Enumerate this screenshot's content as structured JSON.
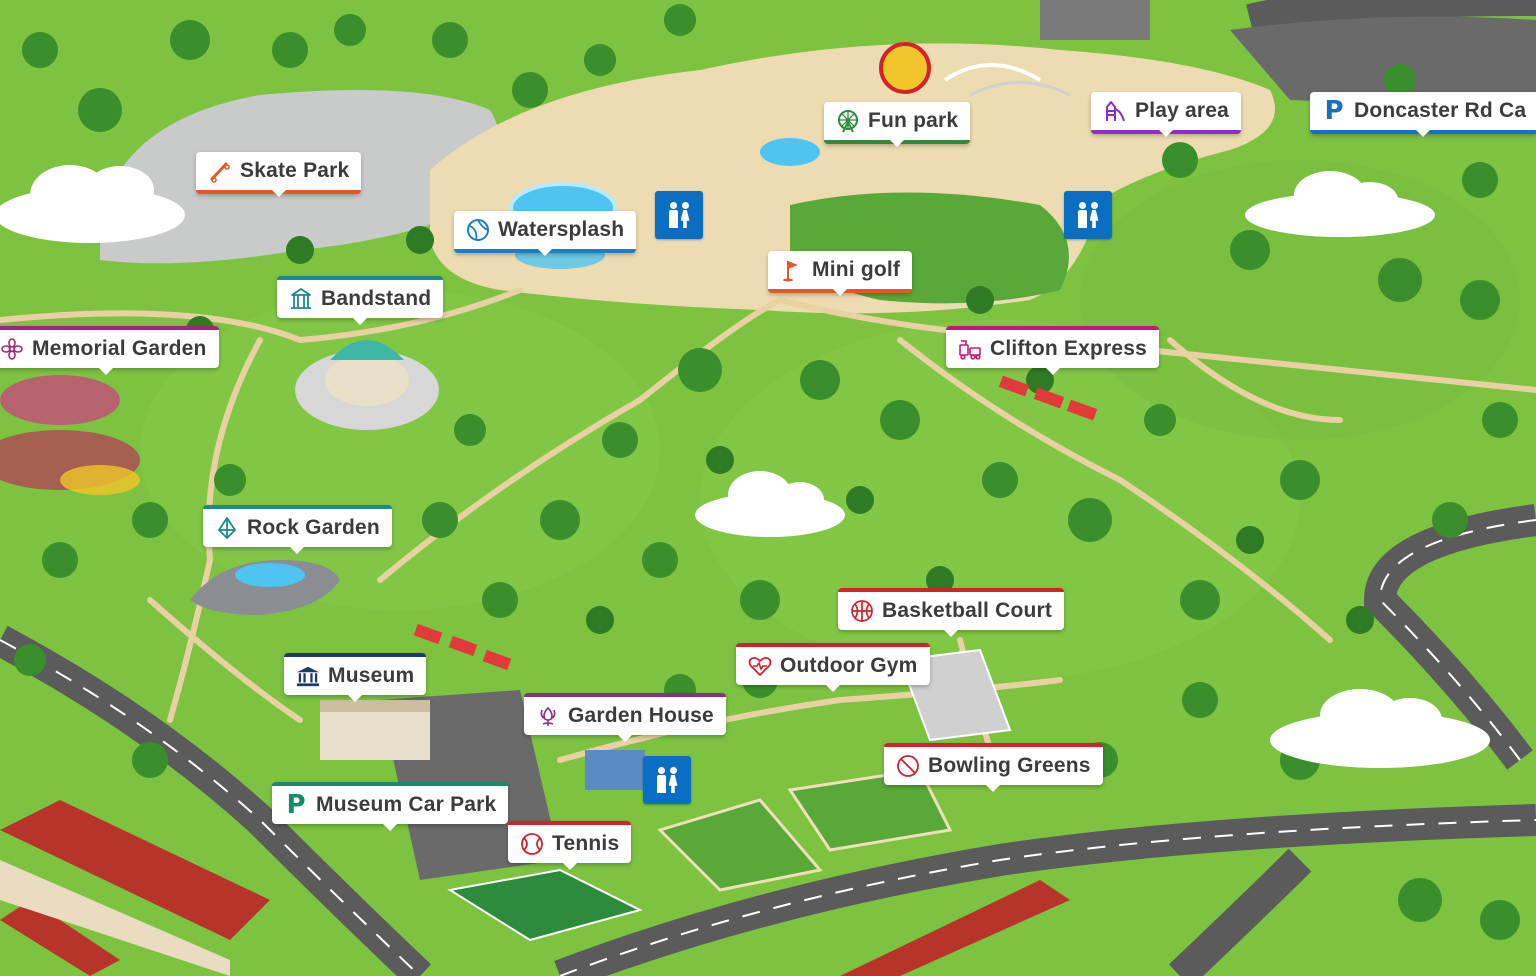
{
  "map": {
    "colors": {
      "grass": "#7ec242",
      "path": "#e8d2a4",
      "road": "#5b5b5b",
      "water": "#4fc4f0",
      "toilet": "#0a6fc2"
    },
    "labels": [
      {
        "key": "skate_park",
        "text": "Skate Park",
        "icon": "skateboard-icon",
        "color": "#e05a27",
        "border": "bottom"
      },
      {
        "key": "watersplash",
        "text": "Watersplash",
        "icon": "beach-ball-icon",
        "color": "#1a7fc4",
        "border": "bottom"
      },
      {
        "key": "fun_park",
        "text": "Fun park",
        "icon": "ferris-wheel-icon",
        "color": "#2e8b3c",
        "border": "bottom"
      },
      {
        "key": "play_area",
        "text": "Play area",
        "icon": "slide-icon",
        "color": "#8a2ec4",
        "border": "bottom"
      },
      {
        "key": "doncaster",
        "text": "Doncaster Rd Ca",
        "icon": "parking-icon",
        "color": "#1a6fc4",
        "border": "bottom"
      },
      {
        "key": "mini_golf",
        "text": "Mini golf",
        "icon": "golf-flag-icon",
        "color": "#e05a27",
        "border": "bottom"
      },
      {
        "key": "bandstand",
        "text": "Bandstand",
        "icon": "bandstand-icon",
        "color": "#1a8a8a",
        "border": "top"
      },
      {
        "key": "memorial_garden",
        "text": "Memorial Garden",
        "icon": "flower-icon",
        "color": "#a0267a",
        "border": "top"
      },
      {
        "key": "clifton_express",
        "text": "Clifton Express",
        "icon": "train-icon",
        "color": "#c2187a",
        "border": "top"
      },
      {
        "key": "rock_garden",
        "text": "Rock Garden",
        "icon": "crystal-icon",
        "color": "#1a8a8a",
        "border": "top"
      },
      {
        "key": "basketball",
        "text": "Basketball Court",
        "icon": "basketball-icon",
        "color": "#d3222a",
        "border": "top"
      },
      {
        "key": "outdoor_gym",
        "text": "Outdoor Gym",
        "icon": "heart-pulse-icon",
        "color": "#d3222a",
        "border": "top"
      },
      {
        "key": "museum",
        "text": "Museum",
        "icon": "museum-icon",
        "color": "#1d3a6e",
        "border": "top"
      },
      {
        "key": "garden_house",
        "text": "Garden House",
        "icon": "tulip-icon",
        "color": "#8a2e8a",
        "border": "top"
      },
      {
        "key": "bowling",
        "text": "Bowling Greens",
        "icon": "bowling-ball-icon",
        "color": "#d3222a",
        "border": "top"
      },
      {
        "key": "museum_car_park",
        "text": "Museum Car Park",
        "icon": "parking-icon",
        "color": "#1a8a6a",
        "border": "top"
      },
      {
        "key": "tennis",
        "text": "Tennis",
        "icon": "tennis-ball-icon",
        "color": "#d3222a",
        "border": "top"
      }
    ],
    "toilets": [
      "toilets-icon",
      "toilets-icon",
      "toilets-icon"
    ],
    "parking_glyph": "P"
  }
}
